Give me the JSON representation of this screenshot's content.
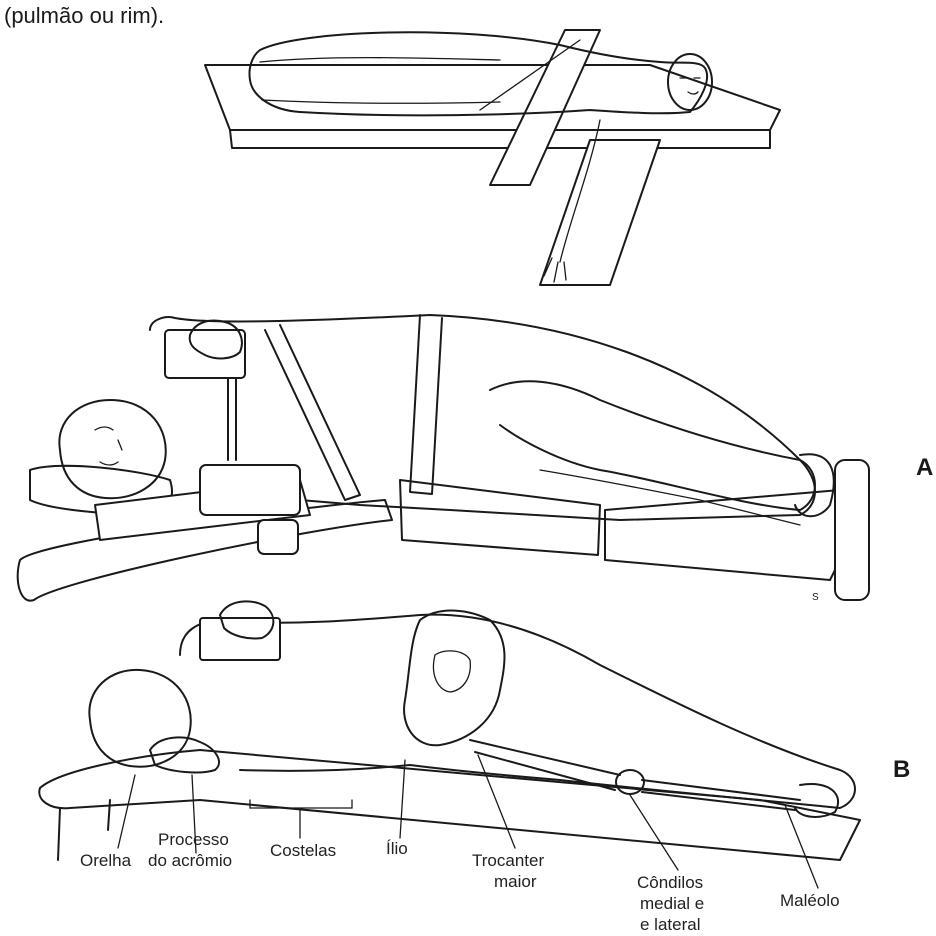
{
  "caption": "(pulmão ou rim).",
  "panels": {
    "a": "A",
    "b": "B"
  },
  "artist_mark": "S",
  "labels": {
    "orelha": "Orelha",
    "processo_l1": "Processo",
    "processo_l2": "do acrômio",
    "costelas": "Costelas",
    "ilio": "Ílio",
    "trocanter_l1": "Trocanter",
    "trocanter_l2": "maior",
    "condilos_l1": "Côndilos",
    "condilos_l2": "medial e",
    "condilos_l3": "e lateral",
    "maleolo": "Maléolo"
  }
}
